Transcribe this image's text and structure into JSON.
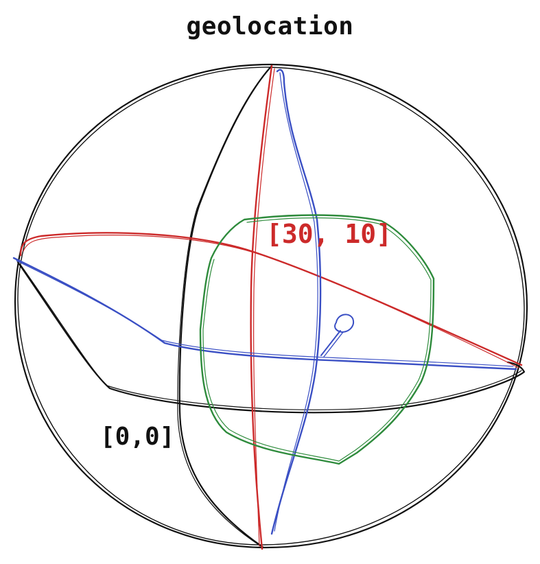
{
  "title": "geolocation",
  "labels": {
    "origin": "[0,0]",
    "point": "[30, 10]"
  },
  "colors": {
    "outline": "#111111",
    "red": "#cc2a2a",
    "blue": "#3a4fc4",
    "green": "#2e8b3c"
  },
  "icons": {
    "marker": "map-pin-icon"
  }
}
